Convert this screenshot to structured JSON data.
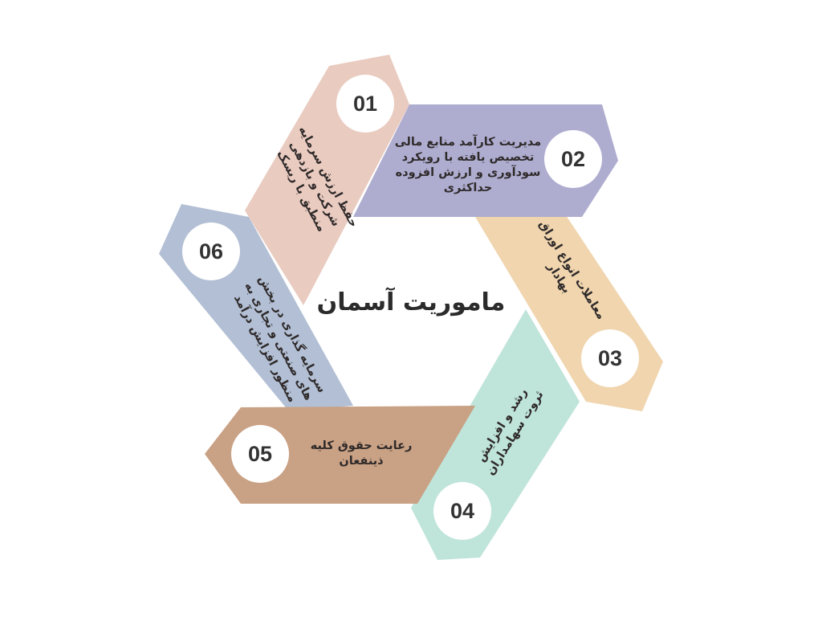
{
  "diagram": {
    "title": "ماموریت آسمان",
    "blocks": [
      {
        "number": "01",
        "text": "حفظ ارزش سرمایه\nشرکت و بازدهی\nمنطبق با ریسک",
        "color": "#e9cbc0"
      },
      {
        "number": "02",
        "text": "مدیریت کارآمد منابع مالی\nتخصیص یافته با رویکرد\nسودآوری و ارزش افزوده\nحداکثری",
        "color": "#aeadd0"
      },
      {
        "number": "03",
        "text": "معاملات انواع اوراق\nبهادار",
        "color": "#f0d5ae"
      },
      {
        "number": "04",
        "text": "رشد و افزایش\nثروت سهامداران",
        "color": "#bfe4da"
      },
      {
        "number": "05",
        "text": "رعایت حقوق کلیه\nذینفعان",
        "color": "#c9a184"
      },
      {
        "number": "06",
        "text": "سرمایه گذاری در بخش\nهای صنعتی و تجاری به\nمنظور افزایش درآمد",
        "color": "#b2bfd4"
      }
    ]
  }
}
